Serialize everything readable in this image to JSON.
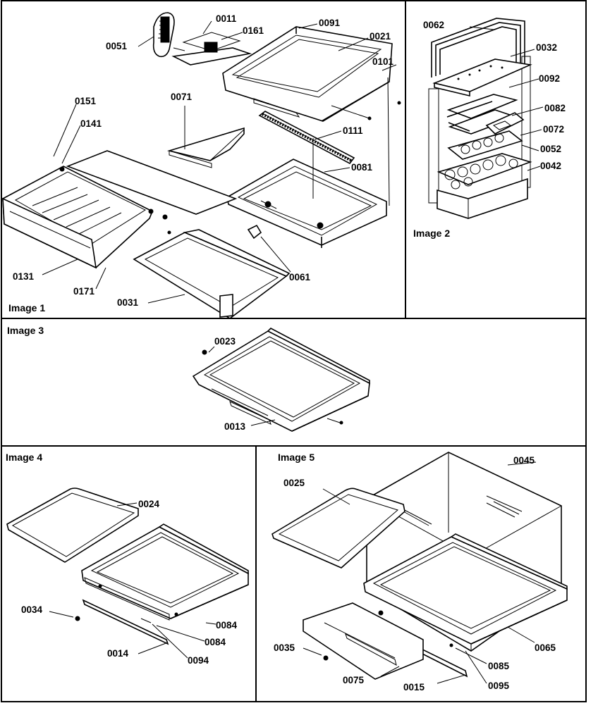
{
  "panels": {
    "image1": "Image 1",
    "image2": "Image 2",
    "image3": "Image 3",
    "image4": "Image 4",
    "image5": "Image 5"
  },
  "parts": {
    "p0011": "0011",
    "p0161": "0161",
    "p0091": "0091",
    "p0021": "0021",
    "p0051": "0051",
    "p0101": "0101",
    "p0071": "0071",
    "p0151": "0151",
    "p0141": "0141",
    "p0111": "0111",
    "p0081": "0081",
    "p0131": "0131",
    "p0171": "0171",
    "p0031": "0031",
    "p0061": "0061",
    "p0062": "0062",
    "p0032": "0032",
    "p0092": "0092",
    "p0082": "0082",
    "p0072": "0072",
    "p0052": "0052",
    "p0042": "0042",
    "p0023": "0023",
    "p0013": "0013",
    "p0024": "0024",
    "p0034": "0034",
    "p0014": "0014",
    "p0084a": "0084",
    "p0084b": "0084",
    "p0094": "0094",
    "p0025": "0025",
    "p0045": "0045",
    "p0035": "0035",
    "p0075": "0075",
    "p0015": "0015",
    "p0085": "0085",
    "p0095": "0095",
    "p0065": "0065"
  }
}
